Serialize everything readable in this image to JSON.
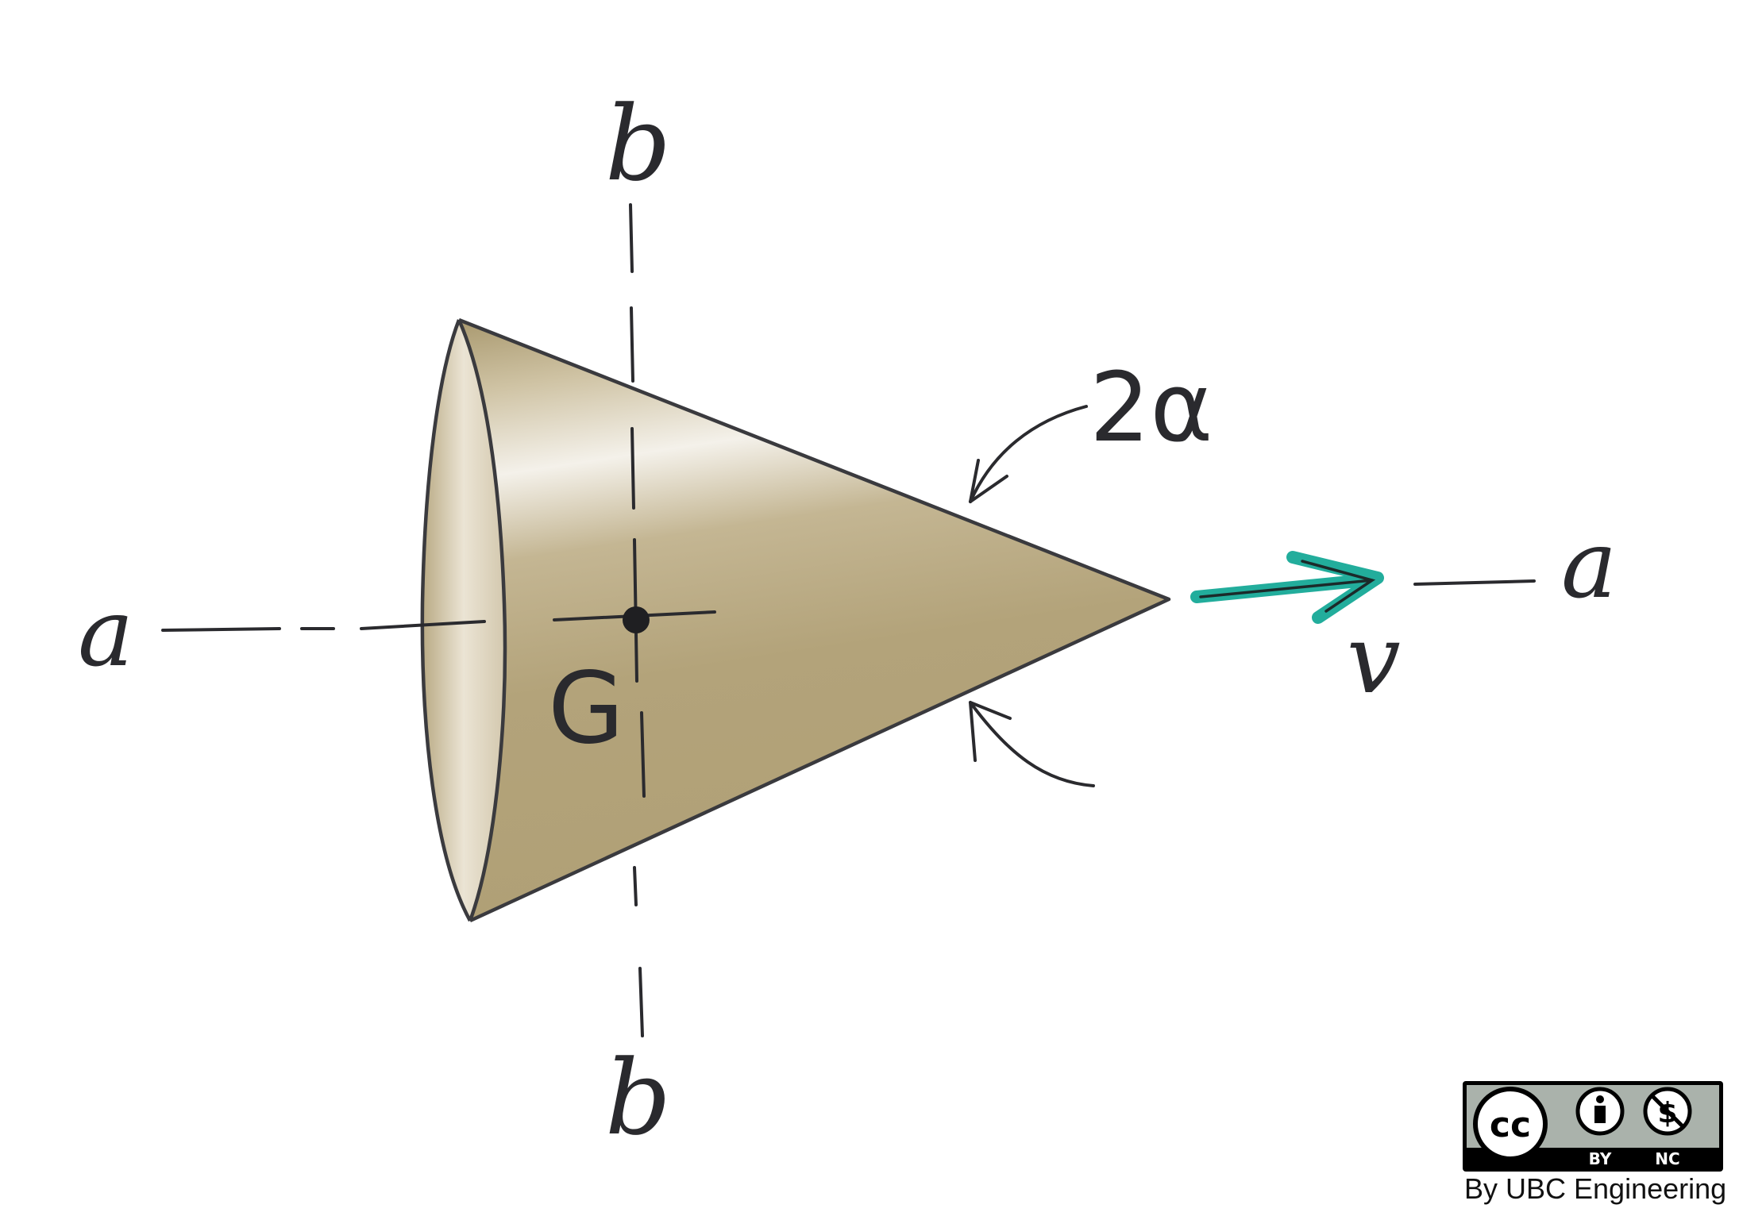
{
  "diagram": {
    "labels": {
      "axis_a_left": "a",
      "axis_a_right": "a",
      "axis_b_top": "b",
      "axis_b_bottom": "b",
      "centroid": "G",
      "angle": "2α",
      "velocity": "v"
    },
    "colors": {
      "cone_body": "#b3a37c",
      "cone_highlight": "#f3f0e8",
      "cone_inner": "#d6ccb4",
      "outline": "#3a3a3e",
      "velocity_arrow": "#22ad9c",
      "ink": "#2a2a2e"
    }
  },
  "license": {
    "badge_icons": [
      "cc-icon",
      "by-person-icon",
      "nc-dollar-icon"
    ],
    "by": "BY",
    "nc": "NC",
    "credit": "By UBC Engineering"
  }
}
